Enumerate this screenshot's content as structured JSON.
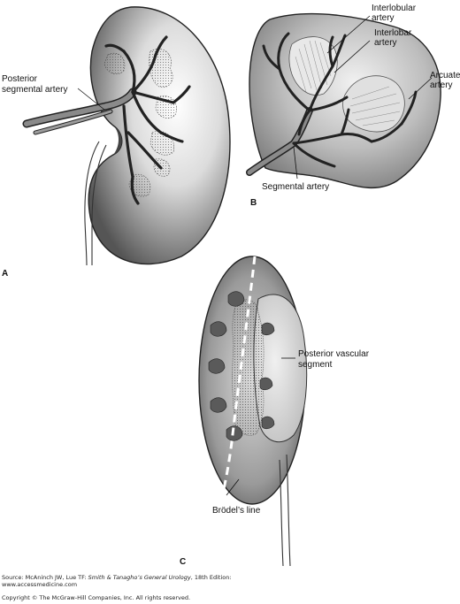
{
  "panels": {
    "a": "A",
    "b": "B",
    "c": "C"
  },
  "labels": {
    "posterior_segmental_artery_line1": "Posterior",
    "posterior_segmental_artery_line2": "segmental artery",
    "interlobular_artery_line1": "Interlobular",
    "interlobular_artery_line2": "artery",
    "interlobar_artery_line1": "Interlobar",
    "interlobar_artery_line2": "artery",
    "arcuate_artery_line1": "Arcuate",
    "arcuate_artery_line2": "artery",
    "segmental_artery": "Segmental artery",
    "posterior_vascular_segment_line1": "Posterior vascular",
    "posterior_vascular_segment_line2": "segment",
    "brodels_line": "Brödel’s line"
  },
  "source": {
    "prefix": "Source: McAninch JW, Lue TF: ",
    "book_title": "Smith & Tanagho’s General Urology",
    "suffix": ", 18th Edition:",
    "url": "www.accessmedicine.com",
    "copyright": "Copyright © The McGraw-Hill Companies, Inc. All rights reserved."
  }
}
